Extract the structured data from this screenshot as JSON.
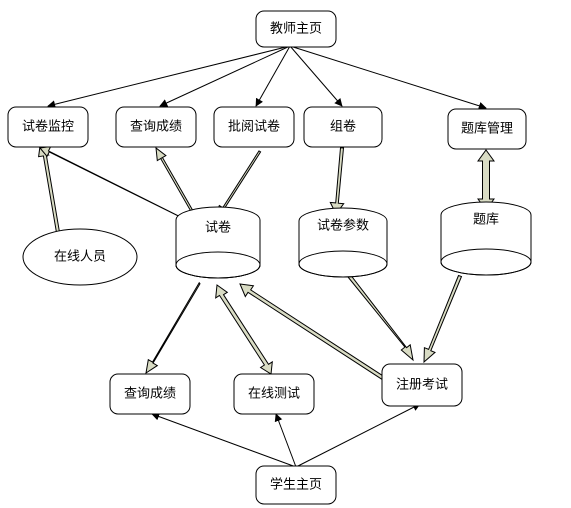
{
  "nodes": {
    "teacher_home": "教师主页",
    "exam_monitor": "试卷监控",
    "query_scores_top": "查询成绩",
    "grade_papers": "批阅试卷",
    "compose_paper": "组卷",
    "question_bank_mgmt": "题库管理",
    "papers_store": "试卷",
    "paper_params_store": "试卷参数",
    "question_bank_store": "题库",
    "online_users": "在线人员",
    "query_scores_bottom": "查询成绩",
    "online_test": "在线测试",
    "register_exam": "注册考试",
    "student_home": "学生主页"
  }
}
